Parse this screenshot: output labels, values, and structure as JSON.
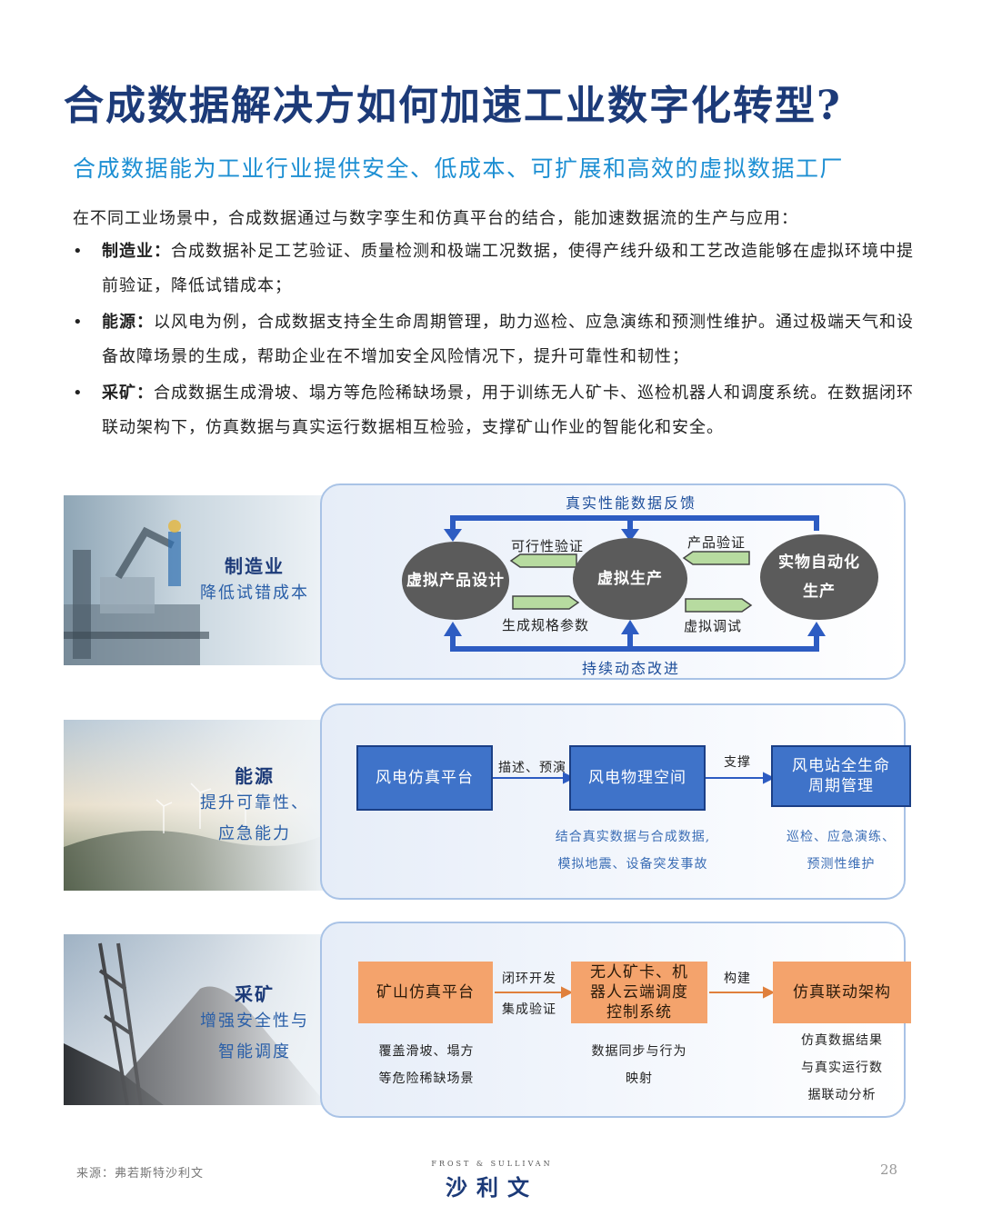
{
  "title": "合成数据解决方如何加速工业数字化转型?",
  "subtitle": "合成数据能为工业行业提供安全、低成本、可扩展和高效的虚拟数据工厂",
  "intro": "在不同工业场景中，合成数据通过与数字孪生和仿真平台的结合，能加速数据流的生产与应用：",
  "bullets": [
    {
      "head": "制造业：",
      "body": "合成数据补足工艺验证、质量检测和极端工况数据，使得产线升级和工艺改造能够在虚拟环境中提前验证，降低试错成本；"
    },
    {
      "head": "能源：",
      "body": "以风电为例，合成数据支持全生命周期管理，助力巡检、应急演练和预测性维护。通过极端天气和设备故障场景的生成，帮助企业在不增加安全风险情况下，提升可靠性和韧性；"
    },
    {
      "head": "采矿：",
      "body": "合成数据生成滑坡、塌方等危险稀缺场景，用于训练无人矿卡、巡检机器人和调度系统。在数据闭环联动架构下，仿真数据与真实运行数据相互检验，支撑矿山作业的智能化和安全。"
    }
  ],
  "manufacturing": {
    "heading": "制造业",
    "sub": "降低试错成本",
    "feedback_top": "真实性能数据反馈",
    "feedback_bottom": "持续动态改进",
    "node1": "虚拟产品设计",
    "node2": "虚拟生产",
    "node3_line1": "实物自动化",
    "node3_line2": "生产",
    "arrow_feasibility": "可行性验证",
    "arrow_spec": "生成规格参数",
    "arrow_product_verify": "产品验证",
    "arrow_virtual_debug": "虚拟调试"
  },
  "energy": {
    "heading": "能源",
    "sub_line1": "提升可靠性、",
    "sub_line2": "应急能力",
    "box1": "风电仿真平台",
    "box2": "风电物理空间",
    "box3_line1": "风电站全生命",
    "box3_line2": "周期管理",
    "edge1": "描述、预演",
    "edge2": "支撑",
    "note1_line1": "结合真实数据与合成数据,",
    "note1_line2": "模拟地震、设备突发事故",
    "note2_line1": "巡检、应急演练、",
    "note2_line2": "预测性维护"
  },
  "mining": {
    "heading": "采矿",
    "sub_line1": "增强安全性与",
    "sub_line2": "智能调度",
    "box1": "矿山仿真平台",
    "box2_line1": "无人矿卡、机",
    "box2_line2": "器人云端调度",
    "box2_line3": "控制系统",
    "box3": "仿真联动架构",
    "edge1_line1": "闭环开发",
    "edge1_line2": "集成验证",
    "edge2": "构建",
    "note1_line1": "覆盖滑坡、塌方",
    "note1_line2": "等危险稀缺场景",
    "note2_line1": "数据同步与行为",
    "note2_line2": "映射",
    "note3_line1": "仿真数据结果",
    "note3_line2": "与真实运行数",
    "note3_line3": "据联动分析"
  },
  "footer": {
    "source": "来源：弗若斯特沙利文",
    "logo_en": "FROST & SULLIVAN",
    "logo_cn": "沙利文",
    "page": "28"
  },
  "colors": {
    "title": "#1c3a78",
    "subtitle": "#1d8fd3",
    "blue_box": "#3f73c9",
    "orange_box": "#f4a36c",
    "green_arrow": "#b7dba0",
    "loop_blue": "#2d5cc2"
  }
}
